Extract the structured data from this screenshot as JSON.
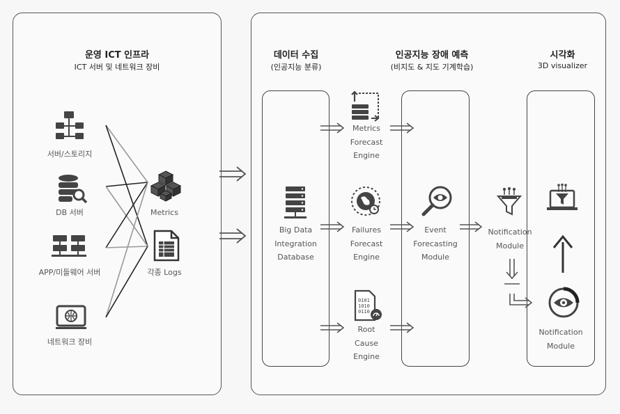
{
  "left_panel": {
    "title": "운영 ICT 인프라",
    "subtitle": "ICT 서버 및 네트워크 장비",
    "sources": [
      {
        "icon": "server-storage-icon",
        "label": "서버/스토리지"
      },
      {
        "icon": "db-server-icon",
        "label": "DB 서버"
      },
      {
        "icon": "app-middleware-icon",
        "label": "APP/미들웨어 서버"
      },
      {
        "icon": "network-device-icon",
        "label": "네트워크 장비"
      }
    ],
    "outputs": [
      {
        "icon": "metrics-cubes-icon",
        "label": "Metrics"
      },
      {
        "icon": "logs-document-icon",
        "label": "각종 Logs"
      }
    ]
  },
  "right_panel": {
    "stage1": {
      "title": "데이터 수집",
      "subtitle": "(인공지능 분류)"
    },
    "stage2": {
      "title": "인공지능 장애 예측",
      "subtitle": "(비지도 & 지도 기계학습)"
    },
    "stage3": {
      "title": "시각화",
      "subtitle": "3D visualizer"
    },
    "database": {
      "line1": "Big  Data",
      "line2": "Integration",
      "line3": "Database"
    },
    "engines": [
      {
        "line1": "Metrics",
        "line2": "Forecast",
        "line3": "Engine"
      },
      {
        "line1": "Failures",
        "line2": "Forecast",
        "line3": "Engine"
      },
      {
        "line1": "Root",
        "line2": "Cause",
        "line3": "Engine"
      }
    ],
    "event_module": {
      "line1": "Event",
      "line2": "Forecasting",
      "line3": "Module"
    },
    "notification_mid": {
      "line1": "Notification",
      "line2": "Module"
    },
    "notification_vis": {
      "line1": "Notification",
      "line2": "Module"
    }
  },
  "colors": {
    "stroke": "#444444",
    "arrow": "#555555",
    "panel_border": "#555555",
    "background": "#f7f7f7"
  }
}
